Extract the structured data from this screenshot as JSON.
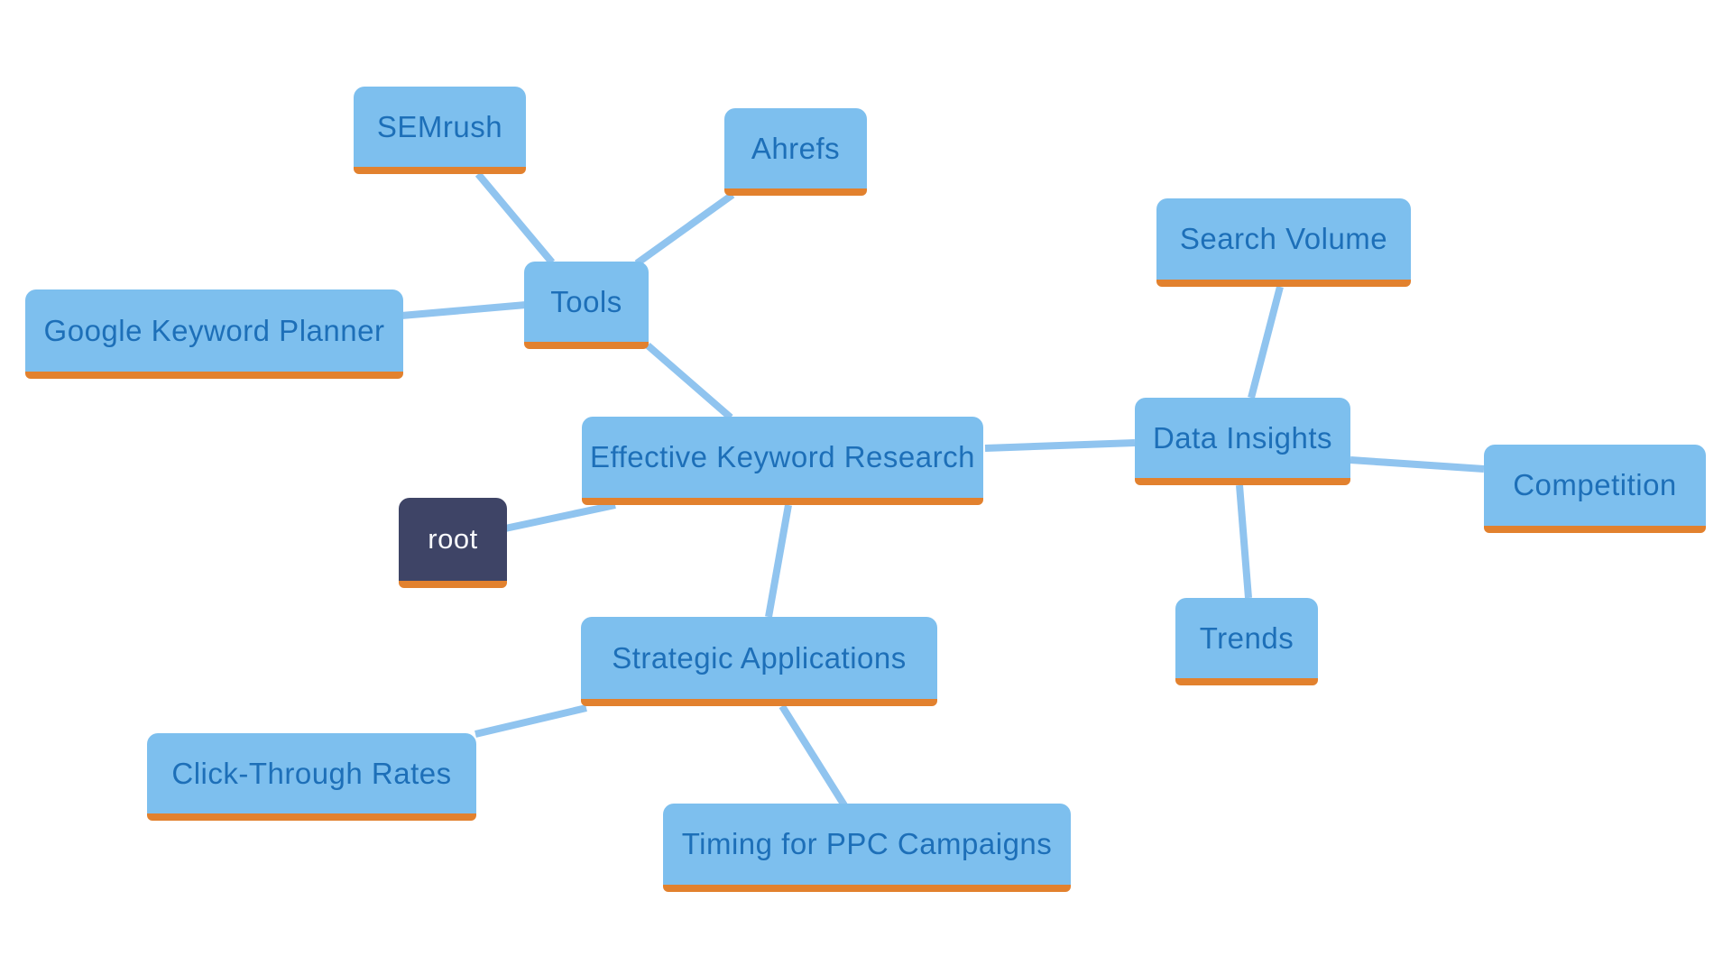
{
  "diagram": {
    "type": "mindmap",
    "background_color": "#ffffff",
    "colors": {
      "node_fill": "#7dbfee",
      "node_text": "#1d6fb8",
      "node_accent_bottom": "#e2812e",
      "edge_line": "#90c4ef",
      "root_fill": "#3e4466",
      "root_text": "#f7f8fb"
    },
    "nodes": [
      {
        "id": "root",
        "label": "root"
      },
      {
        "id": "ekr",
        "label": "Effective Keyword Research"
      },
      {
        "id": "tools",
        "label": "Tools"
      },
      {
        "id": "semrush",
        "label": "SEMrush"
      },
      {
        "id": "ahrefs",
        "label": "Ahrefs"
      },
      {
        "id": "gkp",
        "label": "Google Keyword Planner"
      },
      {
        "id": "data-insights",
        "label": "Data Insights"
      },
      {
        "id": "search-volume",
        "label": "Search Volume"
      },
      {
        "id": "competition",
        "label": "Competition"
      },
      {
        "id": "trends",
        "label": "Trends"
      },
      {
        "id": "strategic",
        "label": "Strategic Applications"
      },
      {
        "id": "ctr",
        "label": "Click-Through Rates"
      },
      {
        "id": "timing",
        "label": "Timing for PPC Campaigns"
      }
    ],
    "edges": [
      {
        "from": "root",
        "to": "ekr"
      },
      {
        "from": "ekr",
        "to": "tools"
      },
      {
        "from": "tools",
        "to": "semrush"
      },
      {
        "from": "tools",
        "to": "ahrefs"
      },
      {
        "from": "tools",
        "to": "gkp"
      },
      {
        "from": "ekr",
        "to": "data-insights"
      },
      {
        "from": "data-insights",
        "to": "search-volume"
      },
      {
        "from": "data-insights",
        "to": "competition"
      },
      {
        "from": "data-insights",
        "to": "trends"
      },
      {
        "from": "ekr",
        "to": "strategic"
      },
      {
        "from": "strategic",
        "to": "ctr"
      },
      {
        "from": "strategic",
        "to": "timing"
      }
    ]
  }
}
